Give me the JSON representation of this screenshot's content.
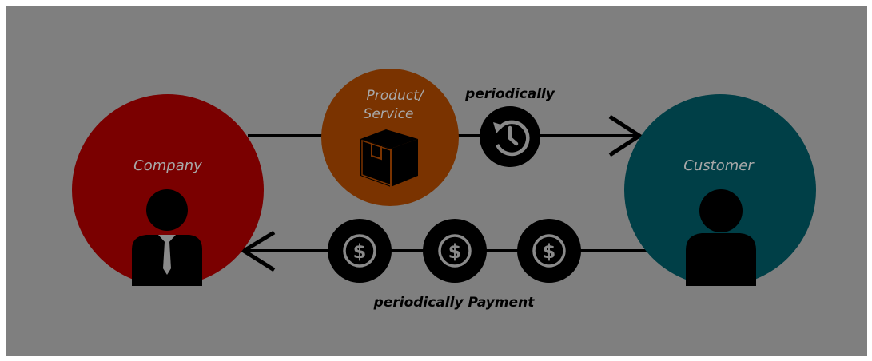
{
  "nodes": {
    "company": {
      "label": "Company",
      "fill": "#7a0000",
      "text_color": "#a8a8a8"
    },
    "product": {
      "label_line1": "Product/",
      "label_line2": "Service",
      "fill": "#7a3300",
      "text_color": "#a8a8a8"
    },
    "customer": {
      "label": "Customer",
      "fill": "#003f47",
      "text_color": "#a8a8a8"
    }
  },
  "flows": {
    "delivery": {
      "label": "periodically",
      "icon": "recurring-clock-icon"
    },
    "payment": {
      "label": "periodically Payment",
      "icon": "dollar-coin-icon",
      "coin_count": 3
    }
  },
  "colors": {
    "background": "#7f7f7f",
    "lines": "#000000",
    "icon_circle": "#000000",
    "icon_stroke": "#8a8a8a",
    "label_dark": "#000000"
  }
}
